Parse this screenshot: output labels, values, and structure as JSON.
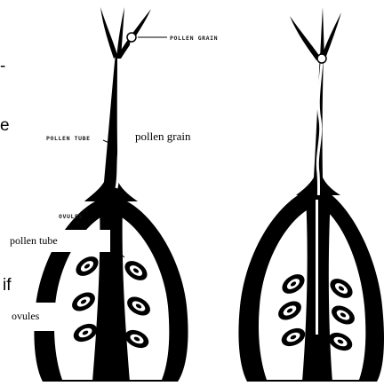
{
  "labels": {
    "pollen_grain_caps": "POLLEN GRAIN",
    "pollen_tube_caps": "POLLEN TUBE",
    "ovules_caps": "OVULES",
    "pollen_grain": "pollen grain",
    "pollen_tube": "pollen tube",
    "ovules": "ovules"
  },
  "side_text": {
    "dash": "-",
    "e": "e",
    "if": "if"
  },
  "colors": {
    "ink": "#000000",
    "paper": "#ffffff"
  }
}
